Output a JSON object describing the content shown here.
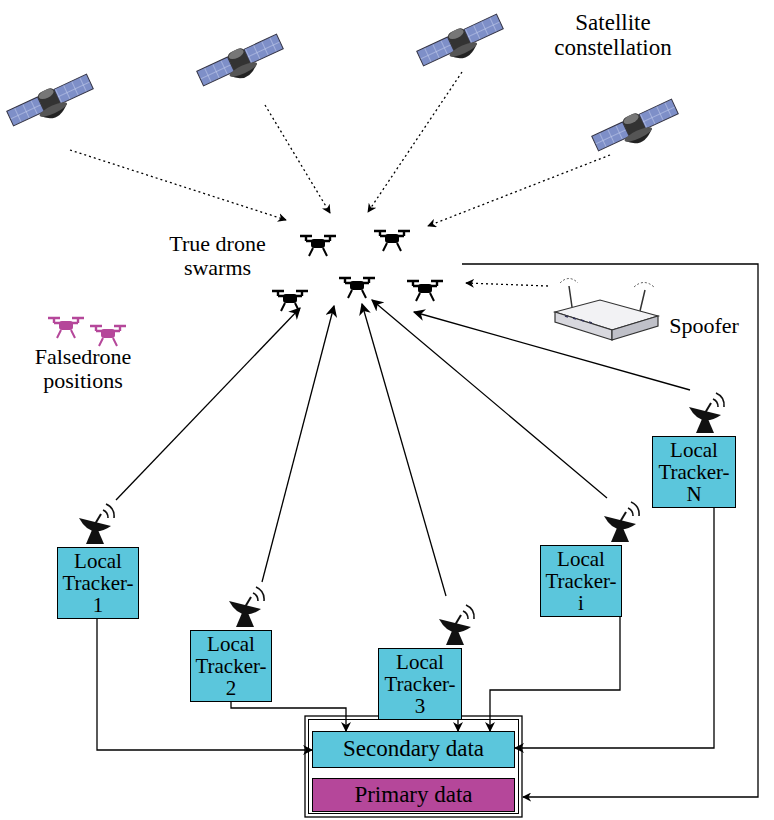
{
  "diagram": {
    "nodes": [
      {
        "text": [
          "Local Tracker-1"
        ]
      },
      {
        "text": [
          "Local Tracker-2"
        ]
      },
      {
        "text": [
          "Local Tracker-3"
        ]
      },
      {
        "text": [
          "Local Tracker-i"
        ]
      },
      {
        "text": [
          "Local Tracker-N"
        ]
      },
      {
        "text": [
          "Secondary data"
        ]
      },
      {
        "text": [
          "Primary data"
        ]
      }
    ],
    "edges": [
      {
        "from": 0,
        "to": 5,
        "arrow": "to"
      },
      {
        "from": 1,
        "to": 5,
        "arrow": "to"
      },
      {
        "from": 2,
        "to": 5,
        "arrow": "to"
      },
      {
        "from": 3,
        "to": 5,
        "arrow": "to"
      },
      {
        "from": 4,
        "to": 5,
        "arrow": "to"
      }
    ],
    "labels": [
      "Satellite constellation",
      "True drone swarms",
      "Falsedrone positions",
      "Spoofer"
    ]
  }
}
